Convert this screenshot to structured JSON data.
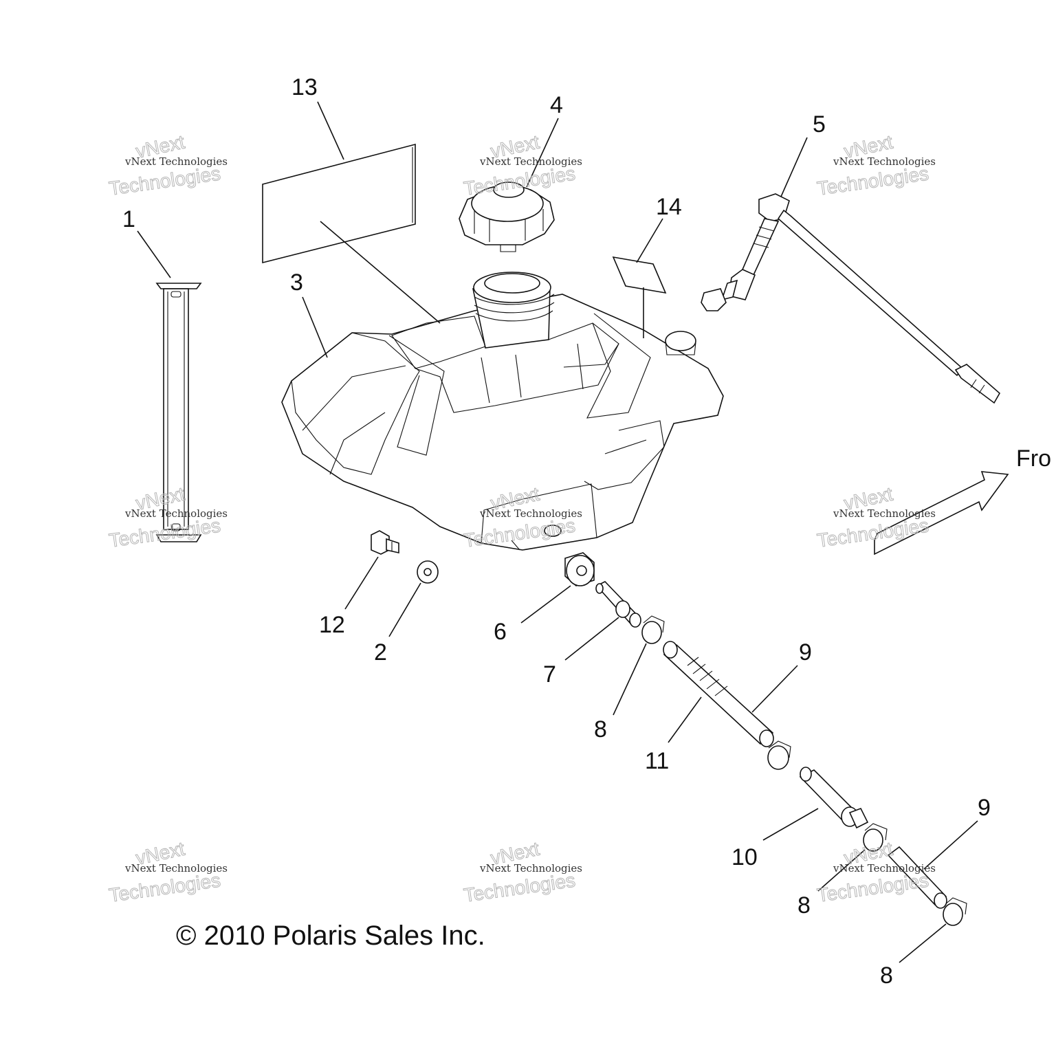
{
  "callouts": [
    "1",
    "2",
    "3",
    "4",
    "5",
    "6",
    "7",
    "8",
    "9",
    "10",
    "11",
    "12",
    "13",
    "14"
  ],
  "copyright": "© 2010 Polaris Sales Inc.",
  "front_label": "Fro",
  "watermark": {
    "line1": "vNext Technologies",
    "line2": "Technologies",
    "top": "vNext"
  }
}
